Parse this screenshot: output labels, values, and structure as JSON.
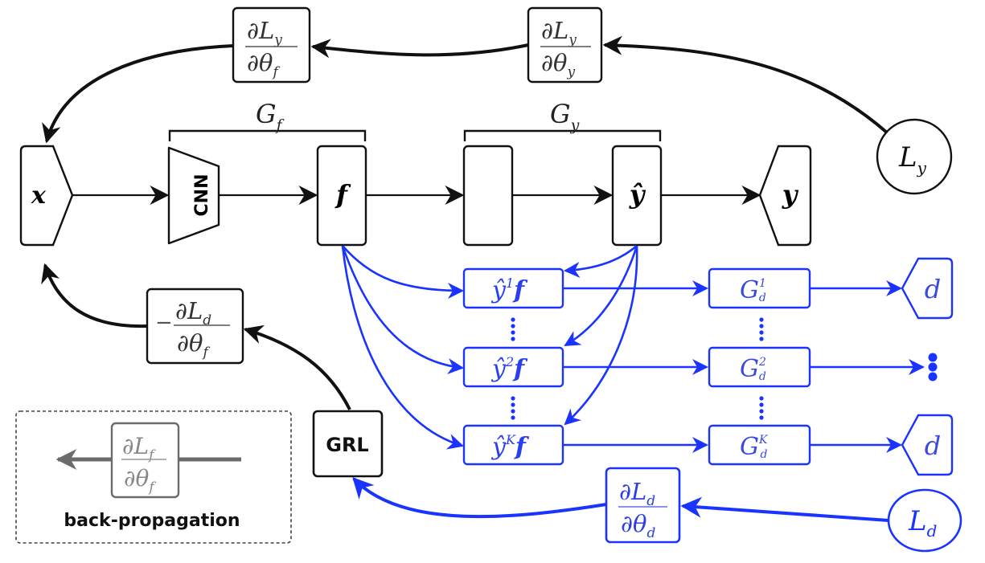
{
  "colors": {
    "black": "#111111",
    "blue": "#1a33ff",
    "gray": "#6b6b6b"
  },
  "nodes": {
    "x": "x",
    "cnn": "CNN",
    "f": "f",
    "y_hat": "ŷ",
    "y": "y",
    "loss_y": {
      "base": "L",
      "sub": "y"
    },
    "loss_d": {
      "base": "L",
      "sub": "d"
    },
    "grl": "GRL"
  },
  "brackets": {
    "g_f": {
      "base": "G",
      "sub": "f"
    },
    "g_y": {
      "base": "G",
      "sub": "y"
    }
  },
  "gradients": {
    "dLy_dthetaf": {
      "num": "∂L",
      "num_sub": "y",
      "den": "∂θ",
      "den_sub": "f",
      "sign": ""
    },
    "dLy_dthetay": {
      "num": "∂L",
      "num_sub": "y",
      "den": "∂θ",
      "den_sub": "y",
      "sign": ""
    },
    "neg_dLd_dthetaf": {
      "num": "∂L",
      "num_sub": "d",
      "den": "∂θ",
      "den_sub": "f",
      "sign": "−"
    },
    "dLd_dthetad": {
      "num": "∂L",
      "num_sub": "d",
      "den": "∂θ",
      "den_sub": "d",
      "sign": ""
    }
  },
  "branches": [
    {
      "input": {
        "base": "ŷ",
        "sup": "1",
        "tail": "f"
      },
      "discriminator": {
        "base": "G",
        "sup": "1",
        "sub": "d"
      },
      "output": "d"
    },
    {
      "input": {
        "base": "ŷ",
        "sup": "2",
        "tail": "f"
      },
      "discriminator": {
        "base": "G",
        "sup": "2",
        "sub": "d"
      },
      "output": "⋮"
    },
    {
      "input": {
        "base": "ŷ",
        "sup": "K",
        "tail": "f"
      },
      "discriminator": {
        "base": "G",
        "sup": "K",
        "sub": "d"
      },
      "output": "d"
    }
  ],
  "legend": {
    "gradient": {
      "num": "∂L",
      "num_sub": "f",
      "den": "∂θ",
      "den_sub": "f"
    },
    "label": "back-propagation"
  }
}
